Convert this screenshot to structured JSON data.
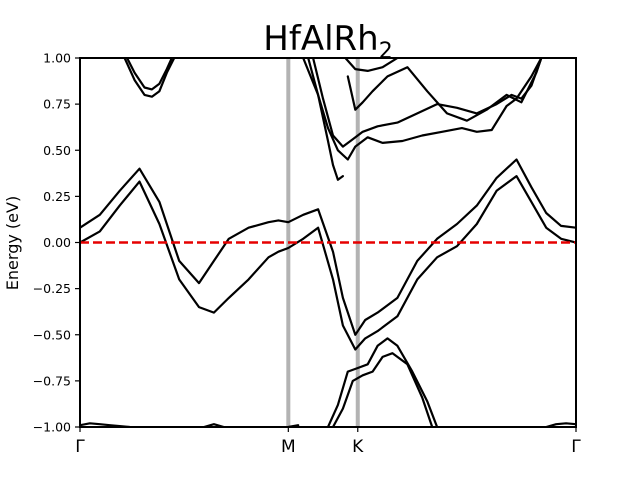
{
  "chart_data": {
    "type": "line",
    "title": "HfAlRh",
    "title_subscript": "2",
    "xlabel": "",
    "ylabel": "Energy (eV)",
    "xlim": [
      0,
      1
    ],
    "ylim": [
      -1.0,
      1.0
    ],
    "y_ticks": [
      -1.0,
      -0.75,
      -0.5,
      -0.25,
      0.0,
      0.25,
      0.5,
      0.75,
      1.0
    ],
    "y_tick_labels": [
      "−1.00",
      "−0.75",
      "−0.50",
      "−0.25",
      "0.00",
      "0.25",
      "0.50",
      "0.75",
      "1.00"
    ],
    "x_ticks": [
      {
        "label": "Γ",
        "x": 0.0
      },
      {
        "label": "M",
        "x": 0.42
      },
      {
        "label": "K",
        "x": 0.56
      },
      {
        "label": "Γ",
        "x": 1.0
      }
    ],
    "high_symmetry_lines": [
      0.42,
      0.56
    ],
    "fermi_level": 0.0,
    "grid": false,
    "colors": {
      "bands": "#000000",
      "fermi": "#e60000",
      "symmetry_lines": "#b3b3b3"
    },
    "series": [
      {
        "x": [
          0.0,
          0.04,
          0.08,
          0.12,
          0.16,
          0.2,
          0.24,
          0.27,
          0.3,
          0.34,
          0.38,
          0.4,
          0.42,
          0.45,
          0.48,
          0.51,
          0.53,
          0.555,
          0.575,
          0.6,
          0.64,
          0.68,
          0.72,
          0.76,
          0.8,
          0.84,
          0.88,
          0.91,
          0.94,
          0.97,
          1.0
        ],
        "y": [
          0.08,
          0.15,
          0.28,
          0.4,
          0.22,
          -0.1,
          -0.22,
          -0.1,
          0.02,
          0.08,
          0.11,
          0.12,
          0.11,
          0.15,
          0.18,
          -0.05,
          -0.3,
          -0.5,
          -0.42,
          -0.38,
          -0.3,
          -0.1,
          0.02,
          0.1,
          0.2,
          0.35,
          0.45,
          0.3,
          0.16,
          0.09,
          0.08
        ]
      },
      {
        "x": [
          0.0,
          0.04,
          0.08,
          0.12,
          0.16,
          0.2,
          0.24,
          0.27,
          0.3,
          0.34,
          0.38,
          0.4,
          0.42,
          0.45,
          0.48,
          0.51,
          0.53,
          0.555,
          0.575,
          0.6,
          0.64,
          0.68,
          0.72,
          0.76,
          0.8,
          0.84,
          0.88,
          0.91,
          0.94,
          0.97,
          1.0
        ],
        "y": [
          0.0,
          0.06,
          0.2,
          0.33,
          0.1,
          -0.2,
          -0.35,
          -0.38,
          -0.3,
          -0.2,
          -0.08,
          -0.05,
          -0.03,
          0.02,
          0.08,
          -0.2,
          -0.45,
          -0.58,
          -0.52,
          -0.48,
          -0.4,
          -0.2,
          -0.08,
          -0.02,
          0.1,
          0.28,
          0.36,
          0.22,
          0.08,
          0.02,
          0.0
        ]
      },
      {
        "x": [
          0.095,
          0.11,
          0.13,
          0.145,
          0.16,
          0.175,
          0.185
        ],
        "y": [
          1.0,
          0.92,
          0.84,
          0.83,
          0.86,
          0.94,
          1.0
        ]
      },
      {
        "x": [
          0.09,
          0.11,
          0.13,
          0.145,
          0.16,
          0.175,
          0.19
        ],
        "y": [
          1.0,
          0.88,
          0.8,
          0.79,
          0.82,
          0.92,
          1.0
        ]
      },
      {
        "x": [
          0.45,
          0.48,
          0.5,
          0.52,
          0.54,
          0.555,
          0.58,
          0.61,
          0.65,
          0.69,
          0.73,
          0.77,
          0.8,
          0.83,
          0.86,
          0.88,
          0.91,
          0.93
        ],
        "y": [
          1.0,
          0.8,
          0.62,
          0.5,
          0.45,
          0.52,
          0.57,
          0.54,
          0.55,
          0.58,
          0.6,
          0.62,
          0.6,
          0.61,
          0.74,
          0.78,
          0.9,
          1.0
        ]
      },
      {
        "x": [
          0.47,
          0.49,
          0.51,
          0.53,
          0.55,
          0.57,
          0.6,
          0.64,
          0.68,
          0.72,
          0.76,
          0.8,
          0.84,
          0.87,
          0.89,
          0.91,
          0.93
        ],
        "y": [
          1.0,
          0.78,
          0.58,
          0.52,
          0.56,
          0.6,
          0.63,
          0.65,
          0.7,
          0.75,
          0.73,
          0.7,
          0.75,
          0.8,
          0.78,
          0.85,
          1.0
        ]
      },
      {
        "x": [
          0.46,
          0.48,
          0.5,
          0.51,
          0.52,
          0.53
        ],
        "y": [
          1.0,
          0.8,
          0.55,
          0.42,
          0.34,
          0.36
        ]
      },
      {
        "x": [
          0.54,
          0.555,
          0.57,
          0.59,
          0.62,
          0.66,
          0.7,
          0.74,
          0.78,
          0.82,
          0.86,
          0.89,
          0.92,
          0.93
        ],
        "y": [
          0.9,
          0.72,
          0.76,
          0.82,
          0.9,
          0.95,
          0.82,
          0.7,
          0.66,
          0.72,
          0.8,
          0.76,
          0.92,
          1.0
        ]
      },
      {
        "x": [
          0.535,
          0.555,
          0.58,
          0.61,
          0.64
        ],
        "y": [
          1.0,
          0.94,
          0.93,
          0.95,
          1.0
        ]
      },
      {
        "x": [
          0.5,
          0.52,
          0.54,
          0.56,
          0.58,
          0.6,
          0.62,
          0.64,
          0.67,
          0.7,
          0.72
        ],
        "y": [
          -1.0,
          -0.88,
          -0.7,
          -0.68,
          -0.66,
          -0.56,
          -0.52,
          -0.56,
          -0.7,
          -0.86,
          -1.0
        ]
      },
      {
        "x": [
          0.51,
          0.53,
          0.55,
          0.57,
          0.59,
          0.61,
          0.63,
          0.66,
          0.69,
          0.71
        ],
        "y": [
          -1.0,
          -0.9,
          -0.75,
          -0.72,
          -0.7,
          -0.62,
          -0.6,
          -0.66,
          -0.84,
          -1.0
        ]
      },
      {
        "x": [
          0.0,
          0.02,
          0.04,
          0.06,
          0.08,
          0.1
        ],
        "y": [
          -0.99,
          -0.98,
          -0.985,
          -0.99,
          -0.995,
          -1.0
        ]
      },
      {
        "x": [
          0.25,
          0.27,
          0.29
        ],
        "y": [
          -1.0,
          -0.985,
          -1.0
        ]
      },
      {
        "x": [
          0.42,
          0.44
        ],
        "y": [
          -1.0,
          -0.99
        ]
      },
      {
        "x": [
          0.94,
          0.96,
          0.98,
          1.0
        ],
        "y": [
          -1.0,
          -0.985,
          -0.98,
          -0.985
        ]
      }
    ]
  }
}
